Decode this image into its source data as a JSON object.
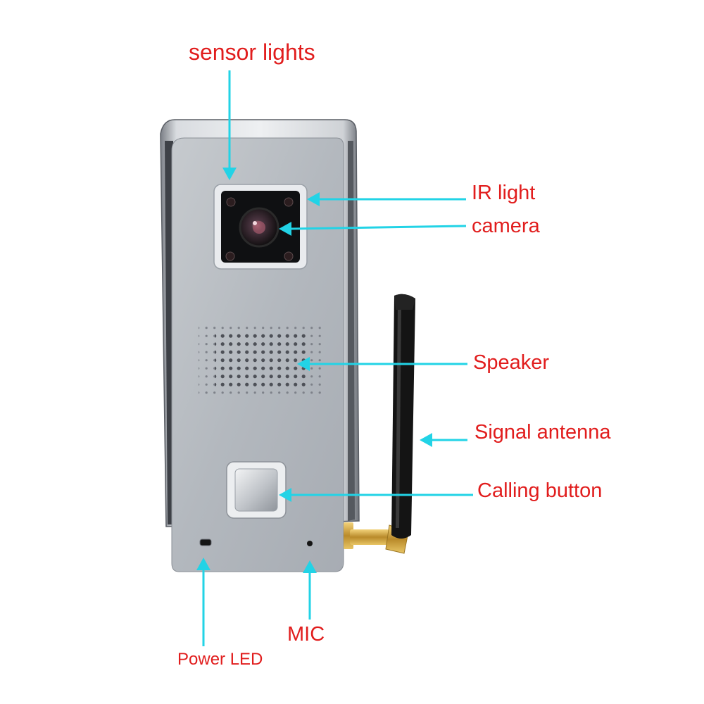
{
  "labels": {
    "sensor_lights": "sensor lights",
    "ir_light": "IR light",
    "camera": "camera",
    "speaker": "Speaker",
    "signal_antenna": "Signal antenna",
    "calling_button": "Calling button",
    "mic": "MIC",
    "power_led": "Power LED"
  },
  "colors": {
    "label_text": "#e11d1d",
    "pointer_arrow": "#22d3e6",
    "housing": "#c9ccd1",
    "face_plate": "#b7bcc2",
    "antenna": "#1b1b1b",
    "connector": "#c9a23a"
  },
  "icons": {
    "pointer": "arrow-icon"
  }
}
